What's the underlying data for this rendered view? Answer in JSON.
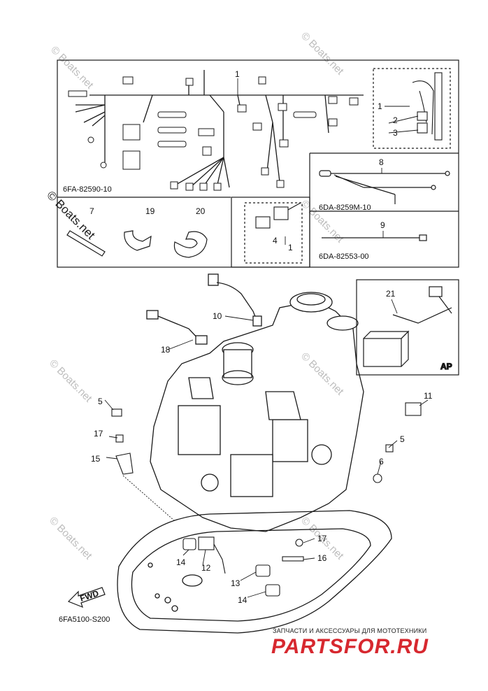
{
  "diagram": {
    "code": "6FA5100-S200",
    "harness_code": "6FA-82590-10",
    "subharness_code_1": "6DA-8259M-10",
    "subharness_code_2": "6DA-82553-00",
    "ap_label": "AP",
    "fwd_label": "FWD",
    "callouts": [
      "1",
      "2",
      "3",
      "1",
      "4",
      "1",
      "7",
      "19",
      "20",
      "8",
      "9",
      "10",
      "18",
      "21",
      "11",
      "5",
      "5",
      "17",
      "15",
      "6",
      "17",
      "16",
      "14",
      "12",
      "13",
      "14"
    ]
  },
  "watermarks": {
    "text": "© Boats.net",
    "dark_text": "© Boats.net"
  },
  "footer": {
    "tagline": "ЗАПЧАСТИ И АКСЕССУАРЫ ДЛЯ МОТОТЕХНИКИ",
    "logo": "PARTSFOR.RU"
  },
  "colors": {
    "line": "#1a1a1a",
    "watermark": "#bdbdbd",
    "logo_red": "#d7282f"
  }
}
